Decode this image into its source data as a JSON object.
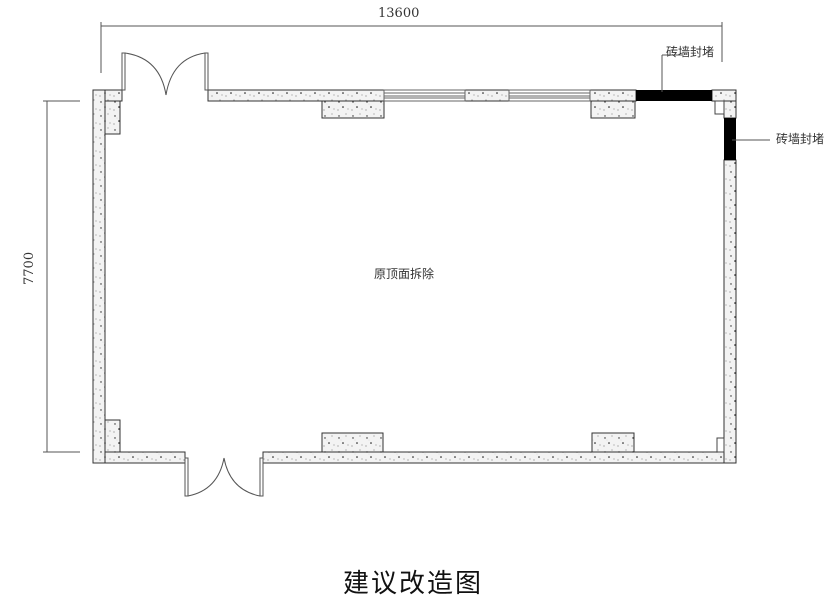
{
  "drawing": {
    "title": "建议改造图",
    "room_label": "原顶面拆除",
    "dimensions": {
      "width": "13600",
      "height": "7700"
    },
    "annotations": [
      {
        "text": "砖墙封堵",
        "target": "top wall infill"
      },
      {
        "text": "砖墙封堵",
        "target": "right wall infill"
      }
    ],
    "elements": {
      "doors": [
        "top-left double swing door",
        "bottom-left double swing door"
      ],
      "windows": [
        "top window left",
        "top window right"
      ],
      "columns": [
        "top column 1",
        "top column 2",
        "bottom column 1",
        "bottom column 2"
      ]
    },
    "colors": {
      "wall_fill": "#f4f4f4",
      "wall_stroke": "#333333",
      "infill": "#000000",
      "line": "#555555"
    }
  }
}
